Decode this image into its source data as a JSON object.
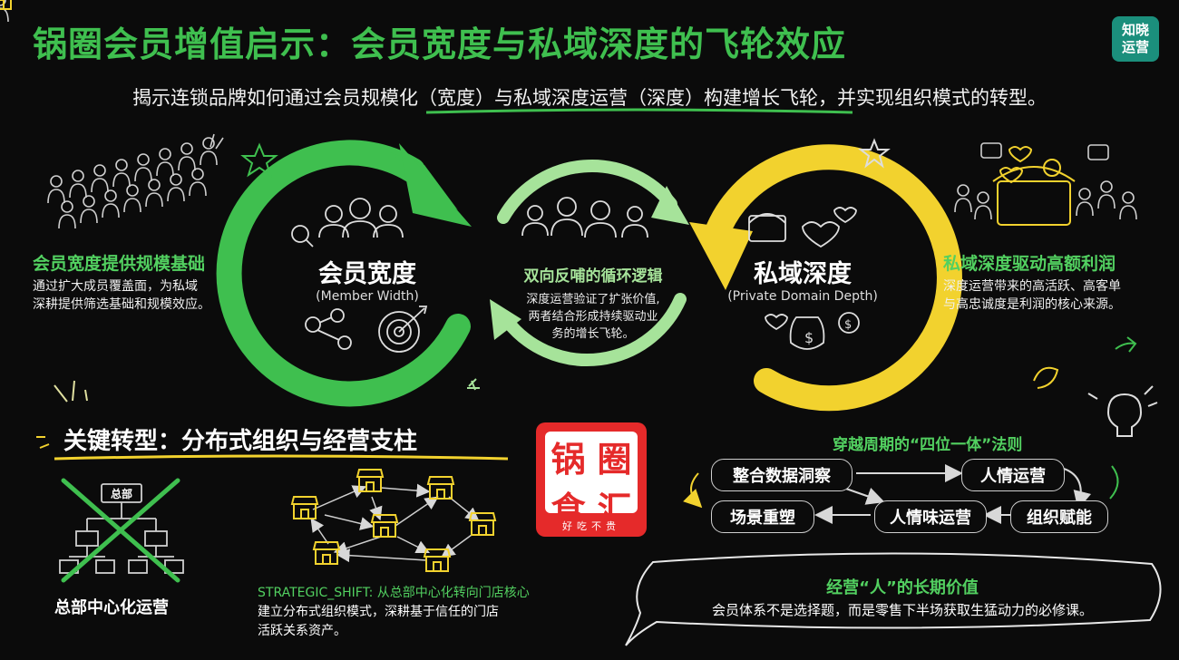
{
  "header": {
    "title": "锅圈会员增值启示：会员宽度与私域深度的飞轮效应",
    "subtitle": "揭示连锁品牌如何通过会员规模化（宽度）与私域深度运营（深度）构建增长飞轮，并实现组织模式的转型。",
    "corner_logo_line1": "知晓",
    "corner_logo_line2": "运营"
  },
  "left_block": {
    "title": "会员宽度提供规模基础",
    "text_line1": "通过扩大成员覆盖面，为私域",
    "text_line2": "深耕提供筛选基础和规模效应。"
  },
  "right_block": {
    "title": "私域深度驱动高额利润",
    "text_line1": "深度运营带来的高活跃、高客单",
    "text_line2": "与高忠诚度是利润的核心来源。"
  },
  "flywheel": {
    "left_circle": {
      "title": "会员宽度",
      "subtitle": "(Member Width)"
    },
    "right_circle": {
      "title": "私域深度",
      "subtitle": "(Private Domain Depth)"
    },
    "middle": {
      "title": "双向反哺的循环逻辑",
      "line1": "深度运营验证了扩张价值,",
      "line2": "两者结合形成持续驱动业",
      "line3": "务的增长飞轮。"
    }
  },
  "transformation": {
    "title": "关键转型：分布式组织与经营支柱",
    "hq_label": "总部",
    "hq_caption": "总部中心化运营",
    "strategic_line1": "STRATEGIC_SHIFT: 从总部中心化转向门店核心",
    "strategic_line2": "建立分布式组织模式，深耕基于信任的门店",
    "strategic_line3": "活跃关系资产。"
  },
  "brand": {
    "chars": [
      "锅",
      "圈",
      "食",
      "汇"
    ],
    "slogan": "好吃不贵"
  },
  "four_in_one": {
    "title": "穿越周期的“四位一体”法则",
    "boxes": [
      "整合数据洞察",
      "人情运营",
      "组织赋能",
      "人情味运营",
      "场景重塑"
    ]
  },
  "bubble": {
    "title": "经营“人”的长期价值",
    "text": "会员体系不是选择题，而是零售下半场获取生猛动力的必修课。"
  },
  "colors": {
    "green": "#3fbf4f",
    "light_green": "#a6e39a",
    "yellow": "#f2d22e",
    "brand_red": "#e52a2a",
    "background": "#0b0b0b"
  }
}
